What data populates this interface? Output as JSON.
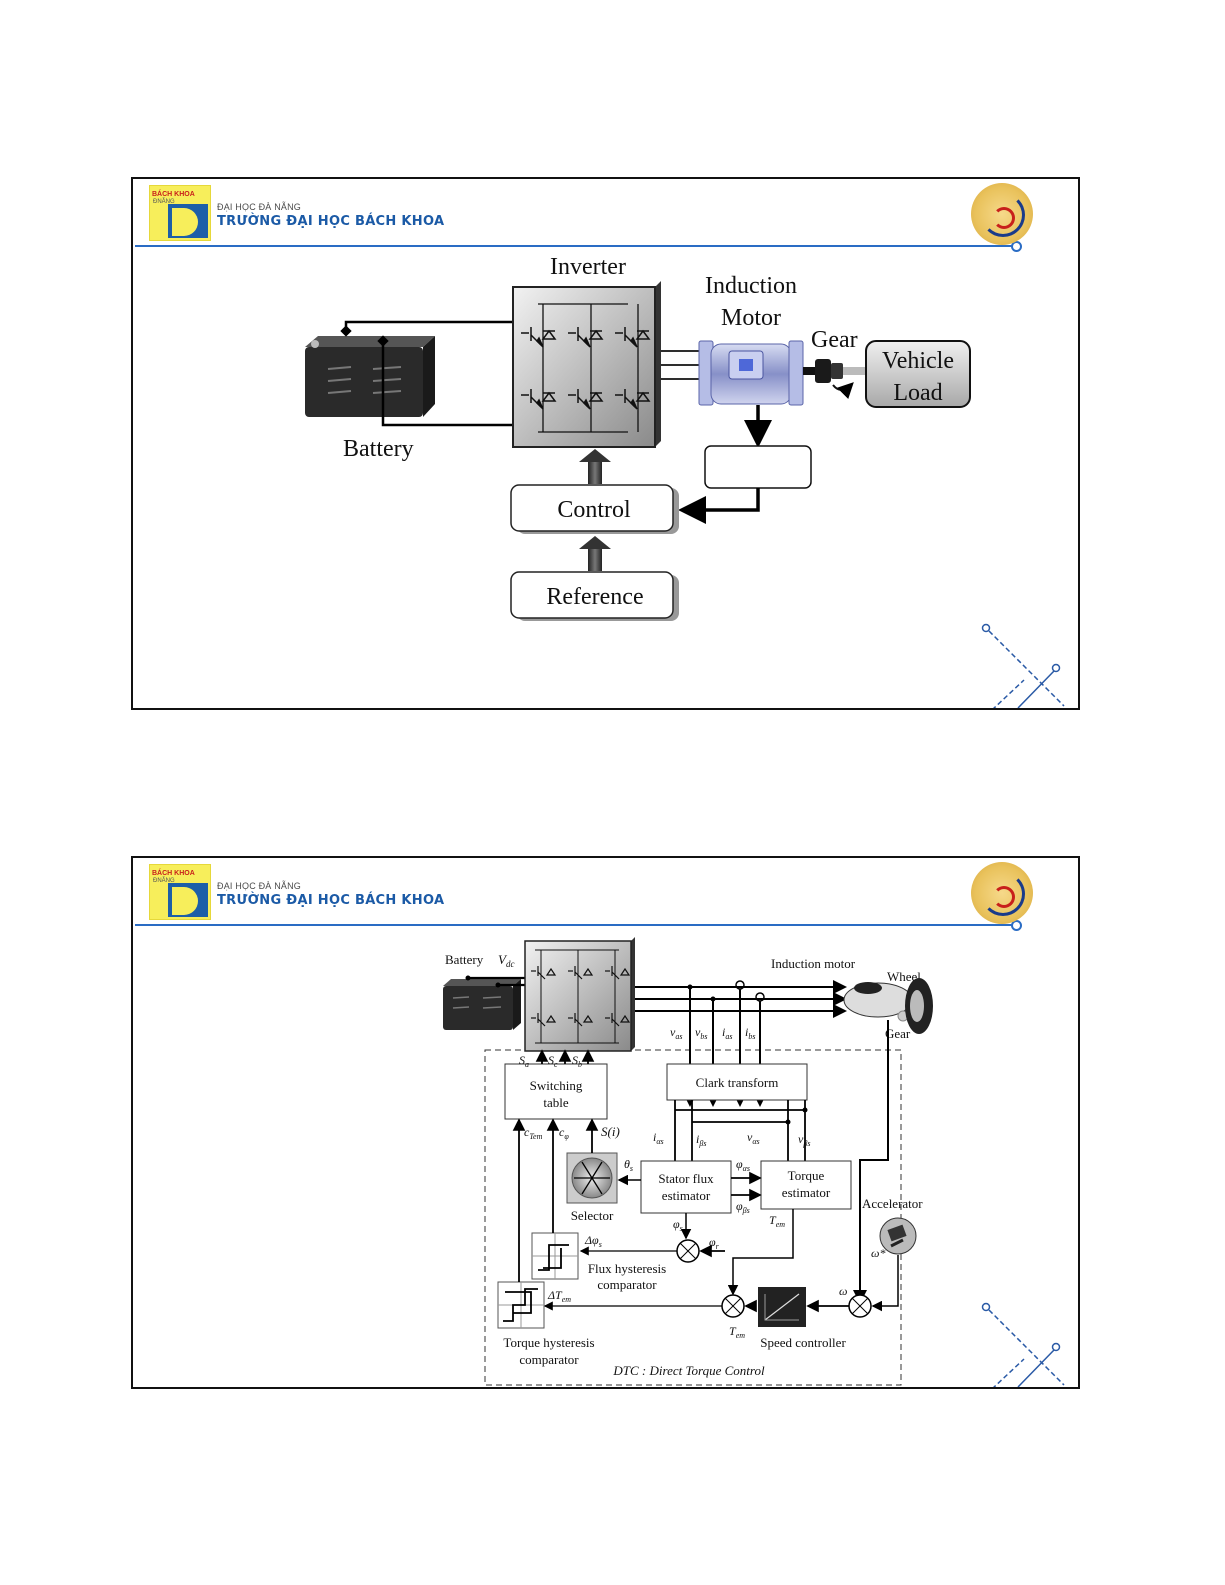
{
  "header": {
    "logo_text": "BÁCH KHOA",
    "logo_side_letters": "ĐNẴNG",
    "university": "ĐẠI HỌC ĐÀ NẴNG",
    "school": "TRƯỜNG ĐẠI HỌC BÁCH KHOA"
  },
  "slide1": {
    "inverter": "Inverter",
    "motor_line1": "Induction",
    "motor_line2": "Motor",
    "gear": "Gear",
    "load_line1": "Vehicle",
    "load_line2": "Load",
    "battery": "Battery",
    "control": "Control",
    "reference": "Reference",
    "sensor_box": ""
  },
  "slide2": {
    "battery": "Battery",
    "vdc": "V",
    "vdc_sub": "dc",
    "induction_motor": "Induction motor",
    "wheel": "Wheel",
    "gear": "Gear",
    "v_as": "v",
    "v_as_sub": "as",
    "v_bs": "v",
    "v_bs_sub": "bs",
    "i_as": "i",
    "i_as_sub": "as",
    "i_bs": "i",
    "i_bs_sub": "bs",
    "sa": "S",
    "sa_sub": "a",
    "sc": "S",
    "sc_sub": "c",
    "sb": "S",
    "sb_sub": "b",
    "switching_table_1": "Switching",
    "switching_table_2": "table",
    "clark": "Clark transform",
    "c_tem": "c",
    "c_tem_sub": "Tem",
    "c_phi": "c",
    "c_phi_sub": "φ",
    "s_i": "S(i)",
    "i_alpha": "i",
    "i_alpha_sub": "αs",
    "i_beta": "i",
    "i_beta_sub": "βs",
    "v_alpha": "v",
    "v_alpha_sub": "αs",
    "v_beta": "v",
    "v_beta_sub": "βs",
    "theta": "θ",
    "theta_sub": "s",
    "stator_flux_1": "Stator flux",
    "stator_flux_2": "estimator",
    "phi_alpha": "φ",
    "phi_alpha_sub": "αs",
    "phi_beta": "φ",
    "phi_beta_sub": "βs",
    "torque_est_1": "Torque",
    "torque_est_2": "estimator",
    "selector": "Selector",
    "phi_s": "φ",
    "phi_s_sub": "s",
    "phi_ref": "φ",
    "phi_ref_sub": "r",
    "tem": "T",
    "tem_sub": "em",
    "delta_phi": "Δφ",
    "delta_phi_sub": "s",
    "flux_hyst_1": "Flux hysteresis",
    "flux_hyst_2": "comparator",
    "accelerator": "Accelerator",
    "omega_ref": "ω*",
    "omega": "ω",
    "delta_tem": "ΔT",
    "delta_tem_sub": "em",
    "tem_ref": "T",
    "tem_ref_sub": "em",
    "speed_controller": "Speed controller",
    "torque_hyst_1": "Torque hysteresis",
    "torque_hyst_2": "comparator",
    "dtc": "DTC : Direct Torque Control"
  },
  "colors": {
    "brand_blue": "#1b5aa6",
    "accent_line": "#2a6cc4",
    "logo_yellow": "#f7ee5b"
  }
}
